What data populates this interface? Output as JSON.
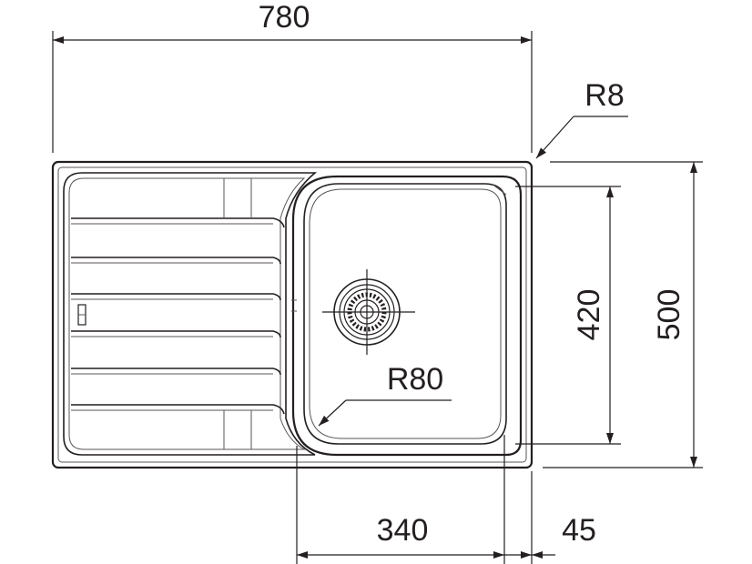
{
  "dimensions": {
    "overall_width": "780",
    "overall_depth": "500",
    "bowl_depth": "420",
    "bowl_width": "340",
    "edge_offset": "45",
    "corner_radius": "R8",
    "bowl_radius": "R80"
  },
  "colors": {
    "line": "#231f20",
    "background": "#ffffff"
  }
}
